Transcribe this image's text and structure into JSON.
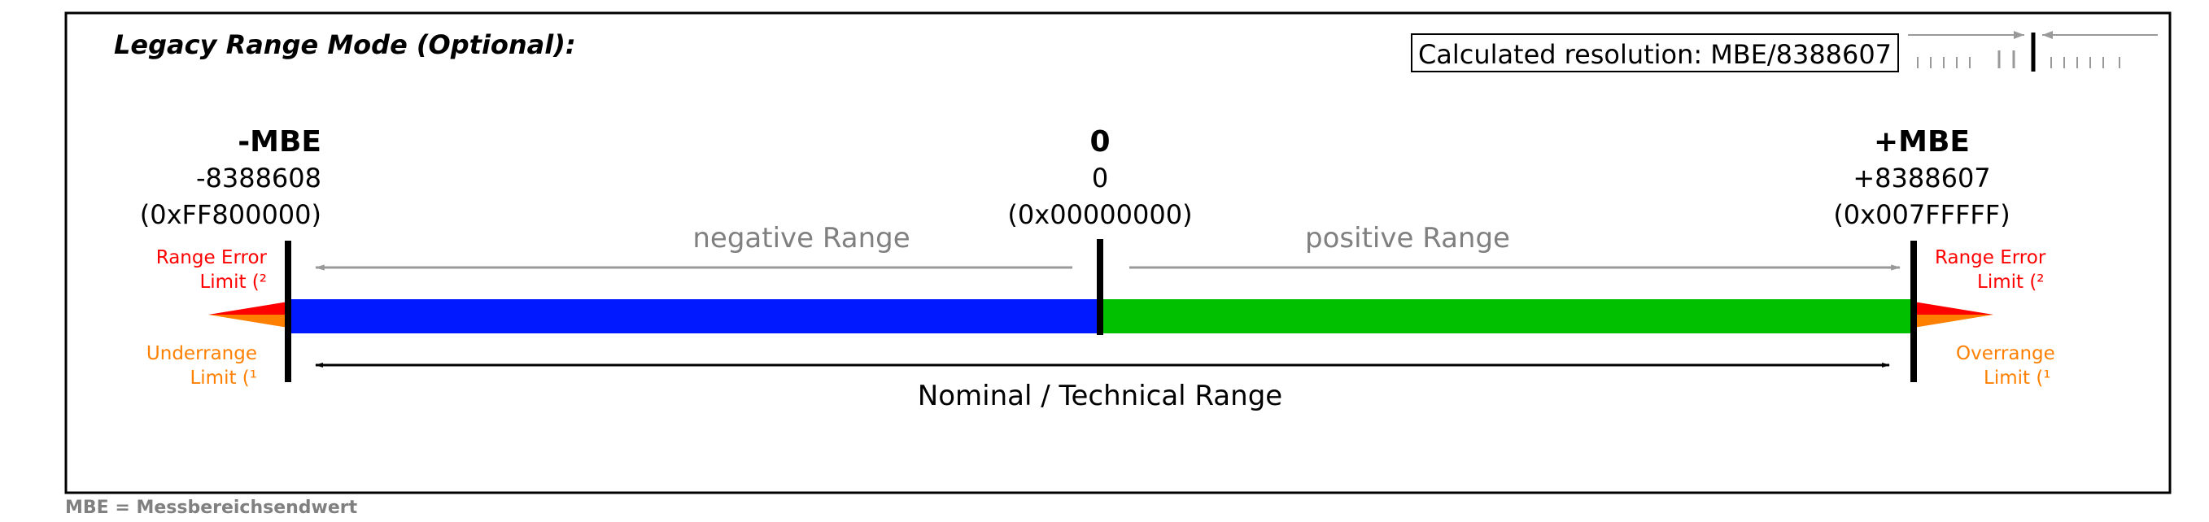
{
  "title": "Legacy Range Mode (Optional):",
  "resolution_label": "Calculated resolution: MBE/8388607",
  "left": {
    "name": "-MBE",
    "decimal": "-8388608",
    "hex": "(0xFF800000)"
  },
  "center": {
    "name": "0",
    "decimal": "0",
    "hex": "(0x00000000)"
  },
  "right": {
    "name": "+MBE",
    "decimal": "+8388607",
    "hex": "(0x007FFFFF)"
  },
  "negative_range_label": "negative Range",
  "positive_range_label": "positive Range",
  "nominal_range_label": "Nominal / Technical Range",
  "left_error": {
    "line1": "Range Error",
    "line2": "Limit (²"
  },
  "left_under": {
    "line1": "Underrange",
    "line2": "Limit (¹"
  },
  "right_error": {
    "line1": "Range Error",
    "line2": "Limit (²"
  },
  "right_over": {
    "line1": "Overrange",
    "line2": "Limit (¹"
  },
  "footnote": "MBE = Messbereichsendwert",
  "colors": {
    "negative_bar": "#0019ff",
    "positive_bar": "#00c000",
    "error_red": "#ff0000",
    "under_orange": "#ff8000",
    "range_arrow_gray": "#999999"
  }
}
